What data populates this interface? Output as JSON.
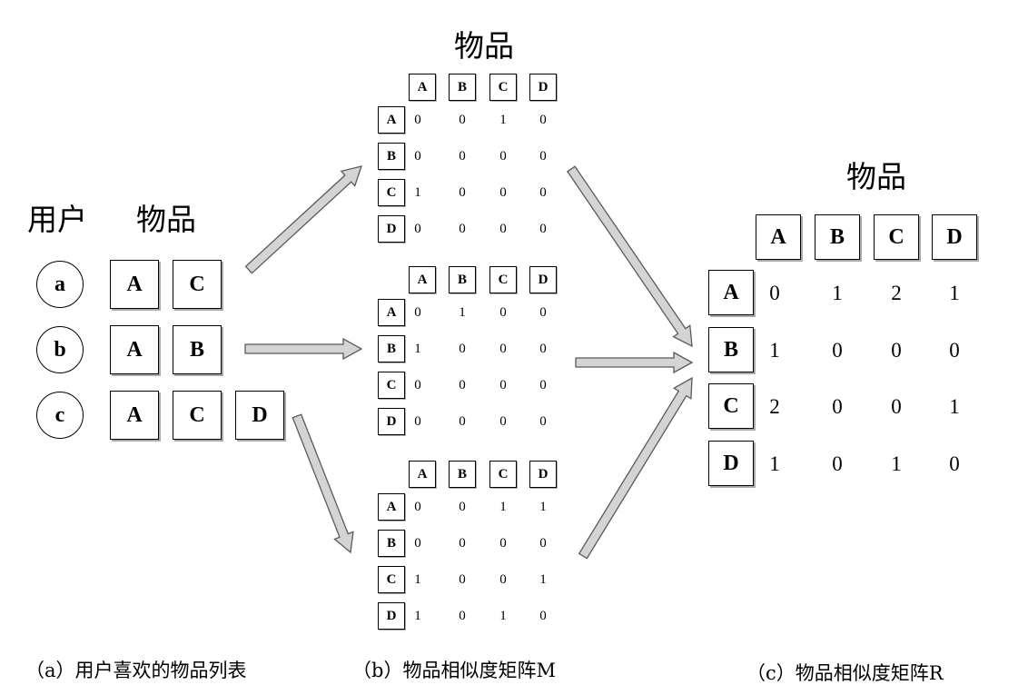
{
  "section_a": {
    "user_header": "用户",
    "item_header": "物品",
    "users": [
      {
        "name": "a",
        "items": [
          "A",
          "C"
        ]
      },
      {
        "name": "b",
        "items": [
          "A",
          "B"
        ]
      },
      {
        "name": "c",
        "items": [
          "A",
          "C",
          "D"
        ]
      }
    ],
    "caption": "（a）用户喜欢的物品列表"
  },
  "section_b": {
    "header": "物品",
    "labels": [
      "A",
      "B",
      "C",
      "D"
    ],
    "matrices": [
      [
        [
          0,
          0,
          1,
          0
        ],
        [
          0,
          0,
          0,
          0
        ],
        [
          1,
          0,
          0,
          0
        ],
        [
          0,
          0,
          0,
          0
        ]
      ],
      [
        [
          0,
          1,
          0,
          0
        ],
        [
          1,
          0,
          0,
          0
        ],
        [
          0,
          0,
          0,
          0
        ],
        [
          0,
          0,
          0,
          0
        ]
      ],
      [
        [
          0,
          0,
          1,
          1
        ],
        [
          0,
          0,
          0,
          0
        ],
        [
          1,
          0,
          0,
          1
        ],
        [
          1,
          0,
          1,
          0
        ]
      ]
    ],
    "caption": "（b）物品相似度矩阵M"
  },
  "section_c": {
    "header": "物品",
    "labels": [
      "A",
      "B",
      "C",
      "D"
    ],
    "matrix": [
      [
        0,
        1,
        2,
        1
      ],
      [
        1,
        0,
        0,
        0
      ],
      [
        2,
        0,
        0,
        1
      ],
      [
        1,
        0,
        1,
        0
      ]
    ],
    "caption": "（c）物品相似度矩阵R"
  },
  "colors": {
    "arrow_fill": "#d4d4d4",
    "arrow_stroke": "#5a5a5a",
    "stroke": "#000000"
  }
}
